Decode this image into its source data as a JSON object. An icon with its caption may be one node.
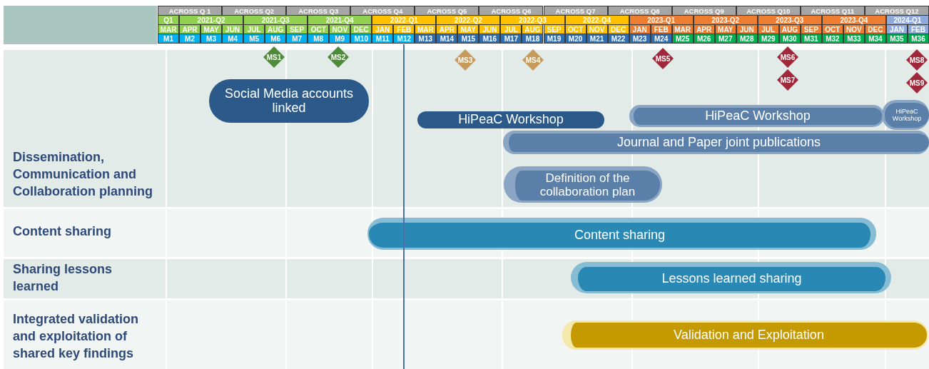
{
  "diagram": {
    "nodes": [
      {
        "text": [
          "Dissemination, Communication and Collaboration planning"
        ]
      },
      {
        "text": [
          "MS1"
        ],
        "in": 0
      },
      {
        "text": [
          "MS2"
        ],
        "in": 0
      },
      {
        "text": [
          "MS3"
        ],
        "in": 0
      },
      {
        "text": [
          "MS4"
        ],
        "in": 0
      },
      {
        "text": [
          "MS5"
        ],
        "in": 0
      },
      {
        "text": [
          "MS6"
        ],
        "in": 0
      },
      {
        "text": [
          "MS7"
        ],
        "in": 0
      },
      {
        "text": [
          "MS8"
        ],
        "in": 0
      },
      {
        "text": [
          "MS9"
        ],
        "in": 0
      },
      {
        "text": [
          "Social Media accounts linked"
        ],
        "in": 0
      },
      {
        "text": [
          "HiPeaC Workshop"
        ],
        "in": 0
      },
      {
        "text": [
          "HiPeaC Workshop"
        ],
        "in": 0
      },
      {
        "text": [
          "HiPeaC Workshop"
        ],
        "in": 0
      },
      {
        "text": [
          "Journal and Paper joint publications"
        ],
        "in": 0
      },
      {
        "text": [
          "Definition of the collaboration plan"
        ],
        "in": 0
      },
      {
        "text": [
          "Content sharing"
        ]
      },
      {
        "text": [
          "Content sharing"
        ],
        "in": 16
      },
      {
        "text": [
          "Sharing lessons learned"
        ]
      },
      {
        "text": [
          "Lessons learned sharing"
        ],
        "in": 18
      },
      {
        "text": [
          "Integrated validation and exploitation of shared key findings"
        ]
      },
      {
        "text": [
          "Validation and Exploitation"
        ],
        "in": 20
      }
    ],
    "labels": [
      "ACROSS Q 1",
      "ACROSS Q2",
      "ACROSS Q3",
      "ACROSS Q4",
      "ACROSS Q5",
      "ACROSS Q6",
      "ACROSS Q7",
      "ACROSS Q8",
      "ACROSS Q9",
      "ACROSS Q10",
      "ACROSS Q11",
      "ACROSS Q12",
      "Q1",
      "2021-Q2",
      "2021-Q3",
      "2021-Q4",
      "2022-Q1",
      "2022-Q2",
      "2022-Q3",
      "2022-Q4",
      "2023-Q1",
      "2023-Q2",
      "2023-Q3",
      "2023-Q4",
      "2024-Q1",
      "MAR",
      "APR",
      "MAY",
      "JUN",
      "JUL",
      "AUG",
      "SEP",
      "OCT",
      "NOV",
      "DEC",
      "JAN",
      "FEB",
      "MAR",
      "APR",
      "MAY",
      "JUN",
      "JUL",
      "AUG",
      "SEP",
      "OCT",
      "NOV",
      "DEC",
      "JAN",
      "FEB",
      "MAR",
      "APR",
      "MAY",
      "JUN",
      "JUL",
      "AUG",
      "SEP",
      "OCT",
      "NOV",
      "DEC",
      "JAN",
      "FEB",
      "M1",
      "M2",
      "M3",
      "M4",
      "M5",
      "M6",
      "M7",
      "M8",
      "M9",
      "M10",
      "M11",
      "M12",
      "M13",
      "M14",
      "M15",
      "M16",
      "M17",
      "M18",
      "M19",
      "M20",
      "M21",
      "M22",
      "M23",
      "M24",
      "M25",
      "M26",
      "M27",
      "M28",
      "M29",
      "M30",
      "M31",
      "M32",
      "M33",
      "M34",
      "M35",
      "M36"
    ]
  }
}
